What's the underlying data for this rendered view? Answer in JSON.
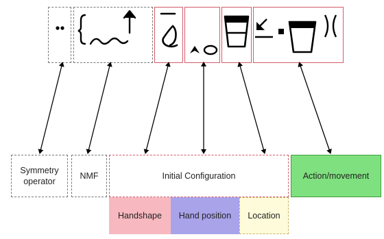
{
  "top_symbols": [
    {
      "name": "symmetry-symbol",
      "glyph": "dots"
    },
    {
      "name": "nmf-symbol",
      "glyph": "brace-tilde-arrow"
    },
    {
      "name": "handshape-symbol",
      "glyph": "bar-hook"
    },
    {
      "name": "hand-position-symbol",
      "glyph": "caret-oval"
    },
    {
      "name": "location-symbol",
      "glyph": "bucket"
    },
    {
      "name": "movement-symbol",
      "glyph": "arrow-square-bucket-parens"
    }
  ],
  "labels": {
    "symmetry": "Symmetry\noperator",
    "nmf": "NMF",
    "initial": "Initial Configuration",
    "action": "Action/movement",
    "handshape": "Handshape",
    "hand_position": "Hand position",
    "location": "Location"
  },
  "colors": {
    "red_border": "#d45a6a",
    "gray_border": "#777777",
    "action_fill": "#7fe07f",
    "handshape_fill": "#f7b8c0",
    "hand_position_fill": "#a9a3ea",
    "location_fill": "#fdfbd9"
  }
}
